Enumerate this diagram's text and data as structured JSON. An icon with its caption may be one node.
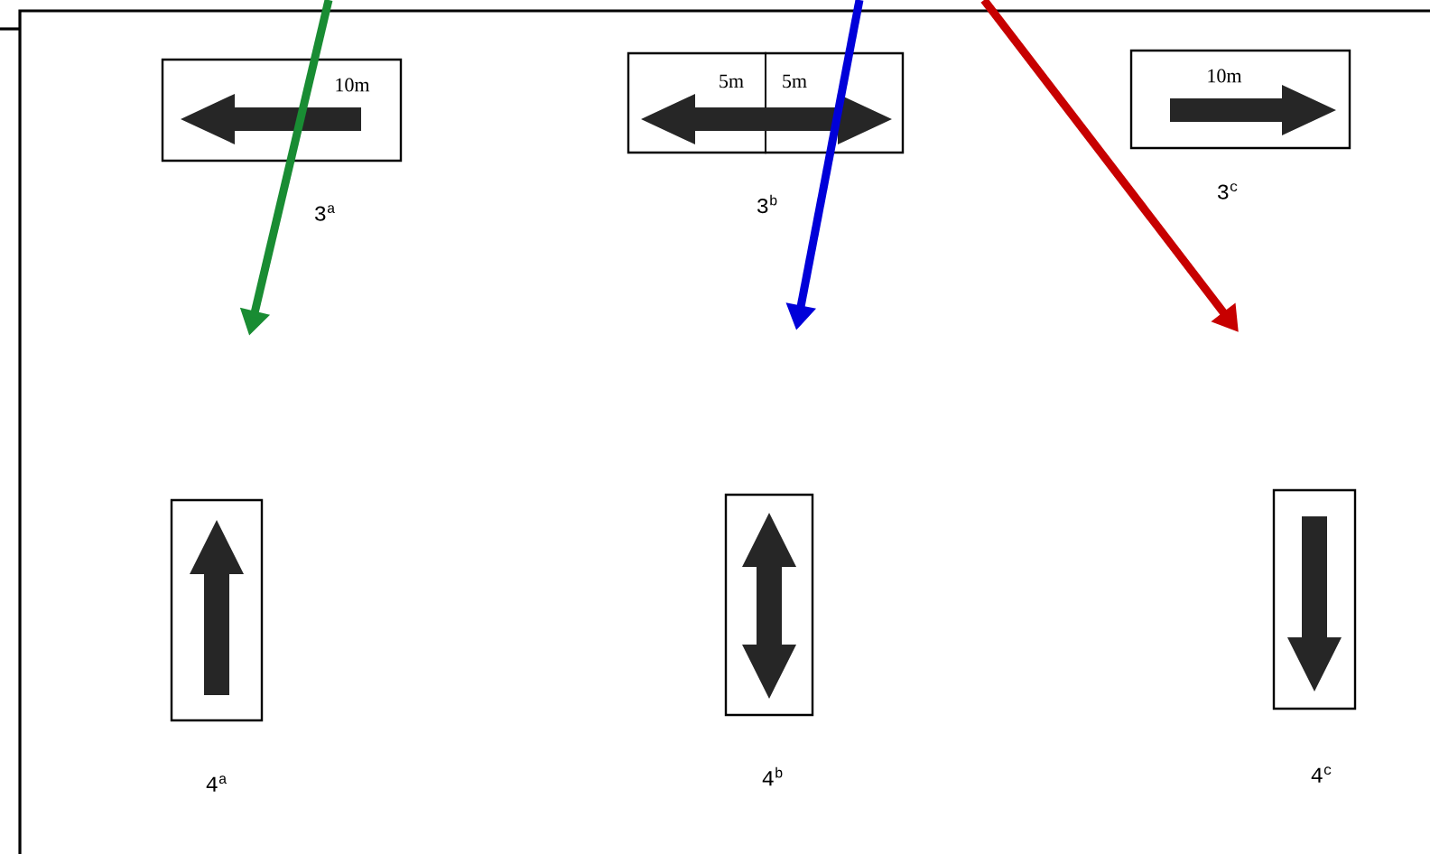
{
  "diagram": {
    "nodes": [
      {
        "text": [
          "10m"
        ],
        "beside": [
          "3$^{a}$"
        ]
      },
      {
        "text": [
          "5m",
          "5m"
        ],
        "beside": [
          "3$^{b}$"
        ]
      },
      {
        "text": [
          "10m"
        ],
        "beside": [
          "3$^{c}$"
        ]
      },
      {
        "text": [],
        "shape": "box",
        "beside": [
          "4$^{a}$"
        ]
      },
      {
        "text": [],
        "shape": "box",
        "beside": [
          "4$^{b}$"
        ]
      },
      {
        "text": [],
        "shape": "box",
        "beside": [
          "4$^{c}$"
        ]
      }
    ]
  }
}
